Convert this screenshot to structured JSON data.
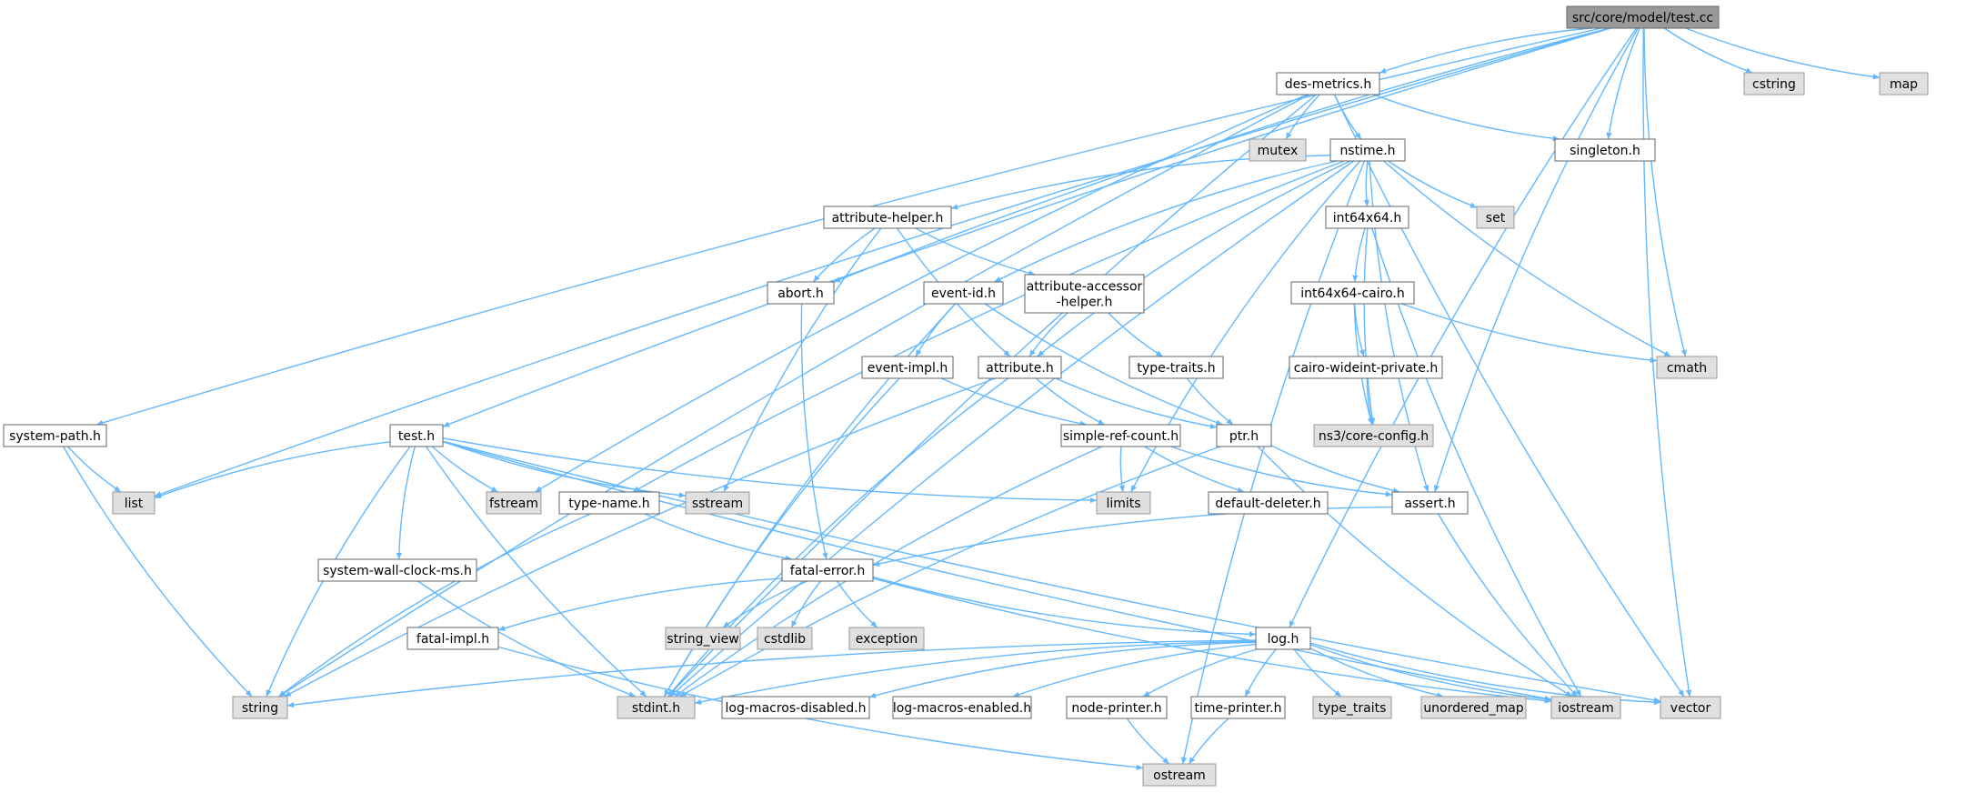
{
  "colors": {
    "edge": "#63b8ff",
    "root_fill": "#999999",
    "system_fill": "#e0e0e0",
    "file_fill": "#ffffff",
    "border": "#666666"
  },
  "nodes": [
    {
      "id": "root",
      "label": "src/core/model/test.cc",
      "kind": "root"
    },
    {
      "id": "cstring",
      "label": "cstring",
      "kind": "sys"
    },
    {
      "id": "map",
      "label": "map",
      "kind": "sys"
    },
    {
      "id": "des",
      "label": "des-metrics.h",
      "kind": "file"
    },
    {
      "id": "mutex",
      "label": "mutex",
      "kind": "sys"
    },
    {
      "id": "nstime",
      "label": "nstime.h",
      "kind": "file"
    },
    {
      "id": "singleton",
      "label": "singleton.h",
      "kind": "file"
    },
    {
      "id": "set",
      "label": "set",
      "kind": "sys"
    },
    {
      "id": "ahelper",
      "label": "attribute-helper.h",
      "kind": "file"
    },
    {
      "id": "int64",
      "label": "int64x64.h",
      "kind": "file"
    },
    {
      "id": "abort",
      "label": "abort.h",
      "kind": "file"
    },
    {
      "id": "eventid",
      "label": "event-id.h",
      "kind": "file"
    },
    {
      "id": "aacc",
      "label": "attribute-accessor\n-helper.h",
      "kind": "file"
    },
    {
      "id": "cairo",
      "label": "int64x64-cairo.h",
      "kind": "file"
    },
    {
      "id": "cmath",
      "label": "cmath",
      "kind": "sys"
    },
    {
      "id": "eventimpl",
      "label": "event-impl.h",
      "kind": "file"
    },
    {
      "id": "attr",
      "label": "attribute.h",
      "kind": "file"
    },
    {
      "id": "ttraits",
      "label": "type-traits.h",
      "kind": "file"
    },
    {
      "id": "cairopriv",
      "label": "cairo-wideint-private.h",
      "kind": "file"
    },
    {
      "id": "syspath",
      "label": "system-path.h",
      "kind": "file"
    },
    {
      "id": "test",
      "label": "test.h",
      "kind": "file"
    },
    {
      "id": "simpleref",
      "label": "simple-ref-count.h",
      "kind": "file"
    },
    {
      "id": "ptr",
      "label": "ptr.h",
      "kind": "file"
    },
    {
      "id": "coreconfig",
      "label": "ns3/core-config.h",
      "kind": "sys"
    },
    {
      "id": "list",
      "label": "list",
      "kind": "sys"
    },
    {
      "id": "fstream",
      "label": "fstream",
      "kind": "sys"
    },
    {
      "id": "typename",
      "label": "type-name.h",
      "kind": "file"
    },
    {
      "id": "sstream",
      "label": "sstream",
      "kind": "sys"
    },
    {
      "id": "limits",
      "label": "limits",
      "kind": "sys"
    },
    {
      "id": "deldel",
      "label": "default-deleter.h",
      "kind": "file"
    },
    {
      "id": "assert",
      "label": "assert.h",
      "kind": "file"
    },
    {
      "id": "wallclock",
      "label": "system-wall-clock-ms.h",
      "kind": "file"
    },
    {
      "id": "fatalerr",
      "label": "fatal-error.h",
      "kind": "file"
    },
    {
      "id": "strview",
      "label": "string_view",
      "kind": "sys"
    },
    {
      "id": "cstdlib",
      "label": "cstdlib",
      "kind": "sys"
    },
    {
      "id": "exception",
      "label": "exception",
      "kind": "sys"
    },
    {
      "id": "fatalimpl",
      "label": "fatal-impl.h",
      "kind": "file"
    },
    {
      "id": "log",
      "label": "log.h",
      "kind": "file"
    },
    {
      "id": "string",
      "label": "string",
      "kind": "sys"
    },
    {
      "id": "stdint",
      "label": "stdint.h",
      "kind": "sys"
    },
    {
      "id": "lmdis",
      "label": "log-macros-disabled.h",
      "kind": "file"
    },
    {
      "id": "lmen",
      "label": "log-macros-enabled.h",
      "kind": "file"
    },
    {
      "id": "nodeprn",
      "label": "node-printer.h",
      "kind": "file"
    },
    {
      "id": "timeprn",
      "label": "time-printer.h",
      "kind": "file"
    },
    {
      "id": "typetraits",
      "label": "type_traits",
      "kind": "sys"
    },
    {
      "id": "umap",
      "label": "unordered_map",
      "kind": "sys"
    },
    {
      "id": "iostream",
      "label": "iostream",
      "kind": "sys"
    },
    {
      "id": "vector",
      "label": "vector",
      "kind": "sys"
    },
    {
      "id": "ostream",
      "label": "ostream",
      "kind": "sys"
    }
  ],
  "edges": [
    [
      "root",
      "cstring"
    ],
    [
      "root",
      "map"
    ],
    [
      "root",
      "des"
    ],
    [
      "root",
      "singleton"
    ],
    [
      "root",
      "cmath"
    ],
    [
      "root",
      "assert"
    ],
    [
      "root",
      "log"
    ],
    [
      "root",
      "vector"
    ],
    [
      "root",
      "syspath"
    ],
    [
      "root",
      "test"
    ],
    [
      "root",
      "list"
    ],
    [
      "root",
      "abort"
    ],
    [
      "des",
      "mutex"
    ],
    [
      "des",
      "nstime"
    ],
    [
      "des",
      "singleton"
    ],
    [
      "des",
      "string"
    ],
    [
      "des",
      "fstream"
    ],
    [
      "des",
      "stdint"
    ],
    [
      "des",
      "vector"
    ],
    [
      "nstime",
      "ahelper"
    ],
    [
      "nstime",
      "int64"
    ],
    [
      "nstime",
      "set"
    ],
    [
      "nstime",
      "eventid"
    ],
    [
      "nstime",
      "attr"
    ],
    [
      "nstime",
      "typename"
    ],
    [
      "nstime",
      "stdint"
    ],
    [
      "nstime",
      "cmath"
    ],
    [
      "nstime",
      "assert"
    ],
    [
      "nstime",
      "limits"
    ],
    [
      "nstime",
      "ostream"
    ],
    [
      "ahelper",
      "abort"
    ],
    [
      "ahelper",
      "aacc"
    ],
    [
      "ahelper",
      "attr"
    ],
    [
      "ahelper",
      "sstream"
    ],
    [
      "int64",
      "cairo"
    ],
    [
      "int64",
      "coreconfig"
    ],
    [
      "int64",
      "iostream"
    ],
    [
      "cairo",
      "cairopriv"
    ],
    [
      "cairo",
      "coreconfig"
    ],
    [
      "cairo",
      "cmath"
    ],
    [
      "cairopriv",
      "coreconfig"
    ],
    [
      "abort",
      "fatalerr"
    ],
    [
      "eventid",
      "eventimpl"
    ],
    [
      "eventid",
      "ptr"
    ],
    [
      "eventid",
      "stdint"
    ],
    [
      "aacc",
      "attr"
    ],
    [
      "aacc",
      "ttraits"
    ],
    [
      "ttraits",
      "ptr"
    ],
    [
      "eventimpl",
      "simpleref"
    ],
    [
      "eventimpl",
      "stdint"
    ],
    [
      "attr",
      "simpleref"
    ],
    [
      "attr",
      "ptr"
    ],
    [
      "attr",
      "string"
    ],
    [
      "attr",
      "stdint"
    ],
    [
      "simpleref",
      "limits"
    ],
    [
      "simpleref",
      "deldel"
    ],
    [
      "simpleref",
      "assert"
    ],
    [
      "simpleref",
      "stdint"
    ],
    [
      "ptr",
      "assert"
    ],
    [
      "ptr",
      "iostream"
    ],
    [
      "ptr",
      "stdint"
    ],
    [
      "syspath",
      "list"
    ],
    [
      "syspath",
      "string"
    ],
    [
      "test",
      "list"
    ],
    [
      "test",
      "fstream"
    ],
    [
      "test",
      "sstream"
    ],
    [
      "test",
      "limits"
    ],
    [
      "test",
      "string"
    ],
    [
      "test",
      "wallclock"
    ],
    [
      "test",
      "stdint"
    ],
    [
      "test",
      "iostream"
    ],
    [
      "test",
      "vector"
    ],
    [
      "typename",
      "fatalerr"
    ],
    [
      "typename",
      "string"
    ],
    [
      "assert",
      "fatalerr"
    ],
    [
      "assert",
      "iostream"
    ],
    [
      "wallclock",
      "stdint"
    ],
    [
      "fatalerr",
      "fatalimpl"
    ],
    [
      "fatalerr",
      "strview"
    ],
    [
      "fatalerr",
      "cstdlib"
    ],
    [
      "fatalerr",
      "exception"
    ],
    [
      "fatalerr",
      "log"
    ],
    [
      "fatalerr",
      "iostream"
    ],
    [
      "fatalimpl",
      "ostream"
    ],
    [
      "log",
      "string"
    ],
    [
      "log",
      "stdint"
    ],
    [
      "log",
      "lmdis"
    ],
    [
      "log",
      "lmen"
    ],
    [
      "log",
      "nodeprn"
    ],
    [
      "log",
      "timeprn"
    ],
    [
      "log",
      "typetraits"
    ],
    [
      "log",
      "umap"
    ],
    [
      "log",
      "iostream"
    ],
    [
      "log",
      "vector"
    ],
    [
      "nodeprn",
      "ostream"
    ],
    [
      "timeprn",
      "ostream"
    ]
  ]
}
